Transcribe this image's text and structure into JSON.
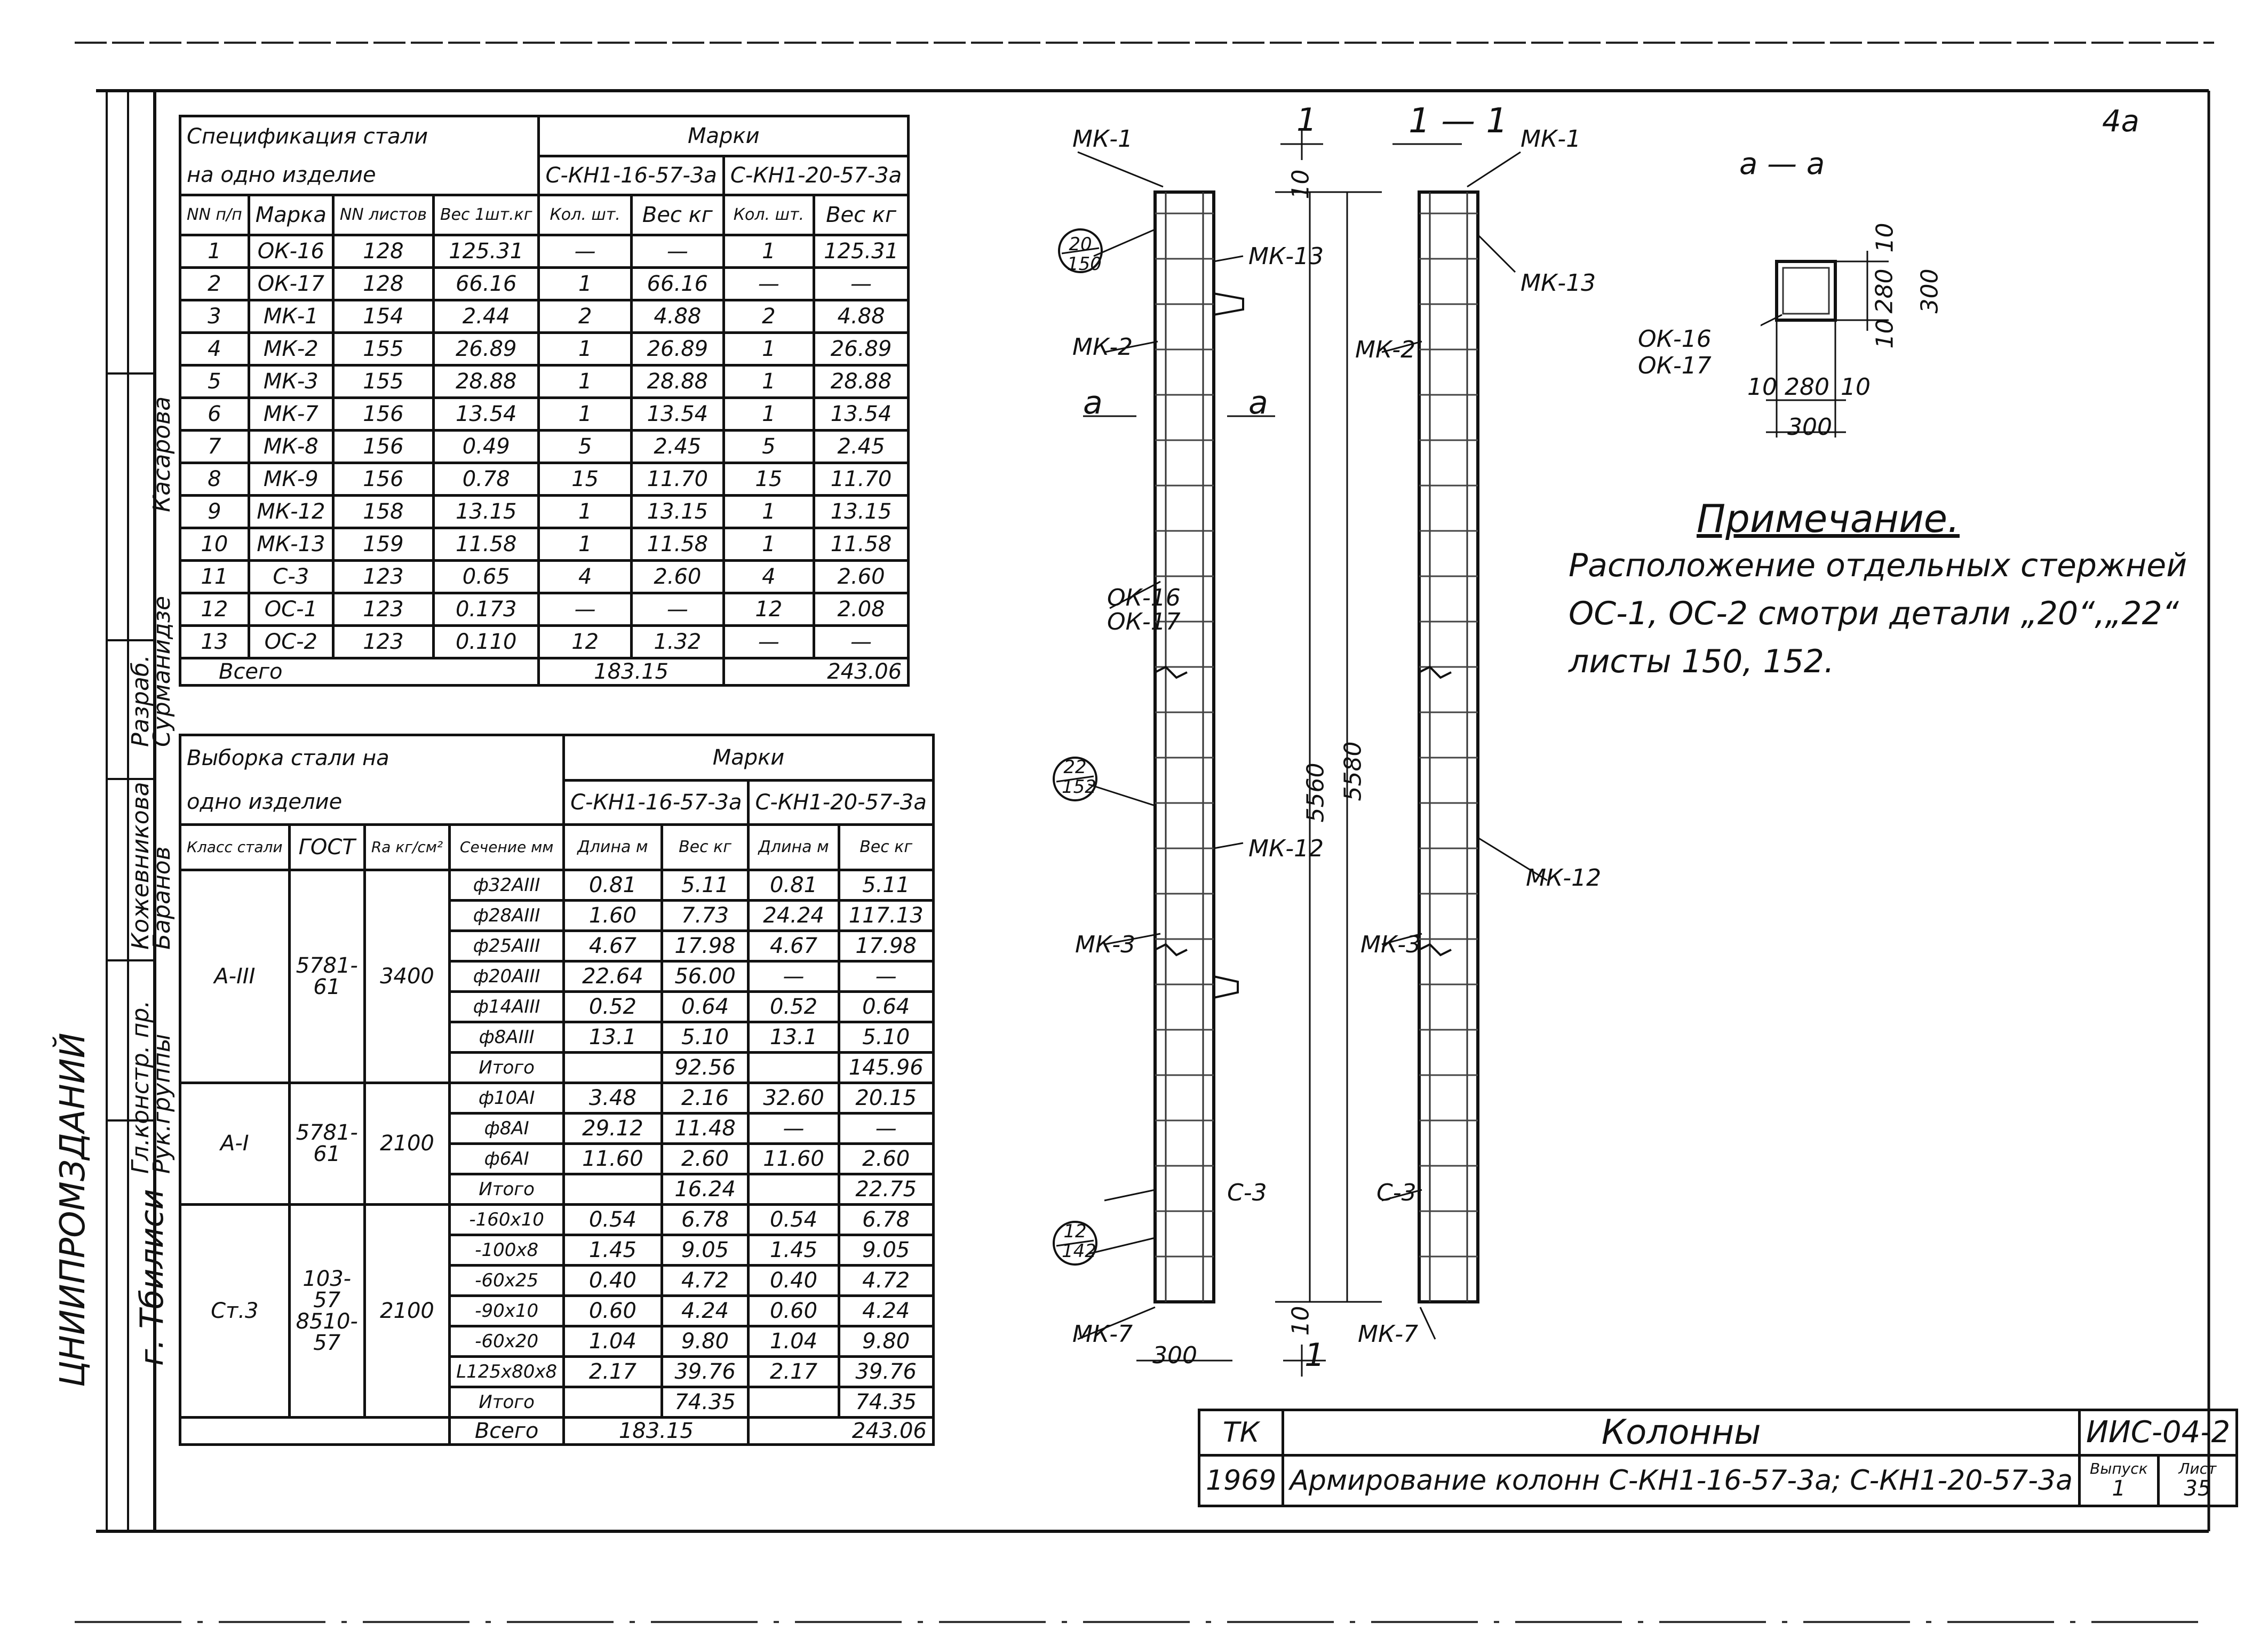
{
  "sheet_number": "4а",
  "spec": {
    "title_1": "Спецификация стали",
    "title_2": "на одно изделие",
    "marks_header": "Марки",
    "mark_a": "С-КН1-16-57-3а",
    "mark_b": "С-КН1-20-57-3а",
    "col_no": "NN п/п",
    "col_mark": "Марка",
    "col_sheet": "NN листов",
    "col_weight": "Вес 1шт.кг",
    "col_qty": "Кол. шт.",
    "col_w": "Вес кг",
    "rows": [
      [
        "1",
        "ОК-16",
        "128",
        "125.31",
        "—",
        "—",
        "1",
        "125.31"
      ],
      [
        "2",
        "ОК-17",
        "128",
        "66.16",
        "1",
        "66.16",
        "—",
        "—"
      ],
      [
        "3",
        "МК-1",
        "154",
        "2.44",
        "2",
        "4.88",
        "2",
        "4.88"
      ],
      [
        "4",
        "МК-2",
        "155",
        "26.89",
        "1",
        "26.89",
        "1",
        "26.89"
      ],
      [
        "5",
        "МК-3",
        "155",
        "28.88",
        "1",
        "28.88",
        "1",
        "28.88"
      ],
      [
        "6",
        "МК-7",
        "156",
        "13.54",
        "1",
        "13.54",
        "1",
        "13.54"
      ],
      [
        "7",
        "МК-8",
        "156",
        "0.49",
        "5",
        "2.45",
        "5",
        "2.45"
      ],
      [
        "8",
        "МК-9",
        "156",
        "0.78",
        "15",
        "11.70",
        "15",
        "11.70"
      ],
      [
        "9",
        "МК-12",
        "158",
        "13.15",
        "1",
        "13.15",
        "1",
        "13.15"
      ],
      [
        "10",
        "МК-13",
        "159",
        "11.58",
        "1",
        "11.58",
        "1",
        "11.58"
      ],
      [
        "11",
        "С-3",
        "123",
        "0.65",
        "4",
        "2.60",
        "4",
        "2.60"
      ],
      [
        "12",
        "ОС-1",
        "123",
        "0.173",
        "—",
        "—",
        "12",
        "2.08"
      ],
      [
        "13",
        "ОС-2",
        "123",
        "0.110",
        "12",
        "1.32",
        "—",
        "—"
      ]
    ],
    "total_label": "Всего",
    "total_a": "183.15",
    "total_b": "243.06"
  },
  "selection": {
    "title_1": "Выборка стали на",
    "title_2": "одно изделие",
    "marks_header": "Марки",
    "mark_a": "С-КН1-16-57-3а",
    "mark_b": "С-КН1-20-57-3а",
    "col_class": "Класс стали",
    "col_gost": "ГОСТ",
    "col_ra": "Rа кг/см²",
    "col_section": "Сечение мм",
    "col_len": "Длина м",
    "col_w": "Вес кг",
    "groups": [
      {
        "cls": "А-III",
        "gost": "5781-61",
        "ra": "3400",
        "rows": [
          [
            "ф32АIII",
            "0.81",
            "5.11",
            "0.81",
            "5.11"
          ],
          [
            "ф28АIII",
            "1.60",
            "7.73",
            "24.24",
            "117.13"
          ],
          [
            "ф25АIII",
            "4.67",
            "17.98",
            "4.67",
            "17.98"
          ],
          [
            "ф20АIII",
            "22.64",
            "56.00",
            "—",
            "—"
          ],
          [
            "ф14АIII",
            "0.52",
            "0.64",
            "0.52",
            "0.64"
          ],
          [
            "ф8АIII",
            "13.1",
            "5.10",
            "13.1",
            "5.10"
          ],
          [
            "Итого",
            "",
            "92.56",
            "",
            "145.96"
          ]
        ]
      },
      {
        "cls": "А-I",
        "gost": "5781-61",
        "ra": "2100",
        "rows": [
          [
            "ф10АI",
            "3.48",
            "2.16",
            "32.60",
            "20.15"
          ],
          [
            "ф8АI",
            "29.12",
            "11.48",
            "—",
            "—"
          ],
          [
            "ф6АI",
            "11.60",
            "2.60",
            "11.60",
            "2.60"
          ],
          [
            "Итого",
            "",
            "16.24",
            "",
            "22.75"
          ]
        ]
      },
      {
        "cls": "Ст.3",
        "gost": "103-57 8510-57",
        "ra": "2100",
        "rows": [
          [
            "-160x10",
            "0.54",
            "6.78",
            "0.54",
            "6.78"
          ],
          [
            "-100x8",
            "1.45",
            "9.05",
            "1.45",
            "9.05"
          ],
          [
            "-60x25",
            "0.40",
            "4.72",
            "0.40",
            "4.72"
          ],
          [
            "-90x10",
            "0.60",
            "4.24",
            "0.60",
            "4.24"
          ],
          [
            "-60x20",
            "1.04",
            "9.80",
            "1.04",
            "9.80"
          ],
          [
            "L125x80x8",
            "2.17",
            "39.76",
            "2.17",
            "39.76"
          ],
          [
            "Итого",
            "",
            "74.35",
            "",
            "74.35"
          ]
        ]
      }
    ],
    "total_label": "Всего",
    "total_a": "183.15",
    "total_b": "243.06"
  },
  "drawing": {
    "view1_label": "1",
    "section_label": "1 — 1",
    "section_aa": "а — а",
    "cut_a": "а",
    "labels_left": [
      "МК-1",
      "МК-13",
      "МК-2",
      "ОК-16",
      "ОК-17",
      "МК-12",
      "МК-3",
      "С-3",
      "МК-7"
    ],
    "labels_right": [
      "МК-1",
      "МК-13",
      "МК-2",
      "МК-12",
      "МК-3",
      "С-3",
      "МК-7"
    ],
    "bubble_1": [
      "20",
      "150"
    ],
    "bubble_2": [
      "22",
      "152"
    ],
    "bubble_3": [
      "12",
      "142"
    ],
    "dim_total_1": "5560",
    "dim_total_2": "5580",
    "dim_top": "10",
    "dim_bottom": "10",
    "dim_width": "300",
    "aa_dims": [
      "10",
      "280",
      "10",
      "300",
      "10",
      "280",
      "10",
      "300"
    ],
    "aa_labels": [
      "ОК-16",
      "ОК-17"
    ]
  },
  "note": {
    "title": "Примечание.",
    "line1": "Расположение отдельных стержней",
    "line2": "ОС-1, ОС-2 смотри детали „20“,„22“",
    "line3": "листы 150, 152."
  },
  "title_block": {
    "tk": "ТК",
    "year": "1969",
    "code": "ИИС-04-2",
    "name": "Колонны",
    "subtitle": "Армирование колонн С-КН1-16-57-3а; С-КН1-20-57-3а",
    "issue_label": "Выпуск",
    "issue": "1",
    "sheet_label": "Лист",
    "sheet": "35"
  },
  "side_stamp": {
    "org": "ЦНИИПРОМЗДАНИЙ",
    "city": "г. Тбилиси",
    "roles": [
      "Гл.констр. пр.",
      "Рук.группы",
      "Разраб."
    ],
    "names": [
      "Кожевникова",
      "Баранов",
      "Сурманидзе",
      "Касарова"
    ]
  }
}
